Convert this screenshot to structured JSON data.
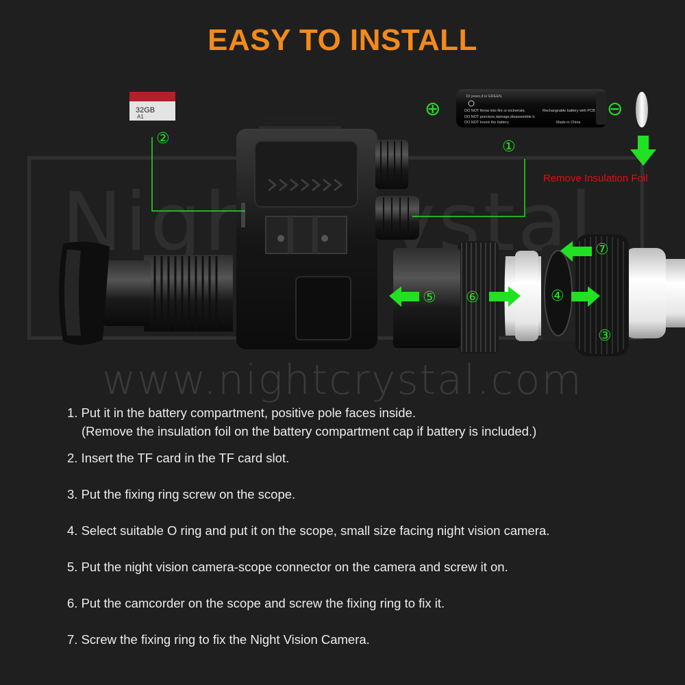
{
  "title": "EASY TO INSTALL",
  "watermark": {
    "brand": "NightCrystal",
    "url": "www.nightcrystal.com"
  },
  "sd_card": {
    "capacity": "32GB",
    "marks": "A1"
  },
  "battery": {
    "line1": "DO NOT throw into fire or incinerate.",
    "line1b": "Rechargeable battery with PCB",
    "line2": "DO NOT puncture,damage,disassemble it.",
    "line3": "DO NOT knock the battery.",
    "line3b": "Made in China",
    "top_text": "10 years,it is GREEN."
  },
  "labels": {
    "plus_symbol": "⊕",
    "minus_symbol": "⊖",
    "n1": "①",
    "n2": "②",
    "n3": "③",
    "n4": "④",
    "n5": "⑤",
    "n6": "⑥",
    "n7": "⑦",
    "remove_foil": "Remove Insulation Foil"
  },
  "colors": {
    "accent_orange": "#f28a1c",
    "arrow_green": "#22e022",
    "warning_red": "#e01010"
  },
  "steps": [
    {
      "text": "1. Put it in the battery compartment, positive pole faces inside.",
      "sub": "(Remove the insulation foil on the battery compartment cap if battery is included.)"
    },
    {
      "text": "2. Insert the TF card in the TF card slot."
    },
    {
      "text": "3. Put the fixing ring screw on the scope."
    },
    {
      "text": "4. Select suitable O ring and put it on the scope, small size facing night vision camera."
    },
    {
      "text": "5. Put the night vision camera-scope connector on the camera and screw it on."
    },
    {
      "text": "6. Put the camcorder on the scope and screw the fixing ring to fix it."
    },
    {
      "text": "7. Screw the fixing ring to fix the Night Vision Camera."
    }
  ]
}
